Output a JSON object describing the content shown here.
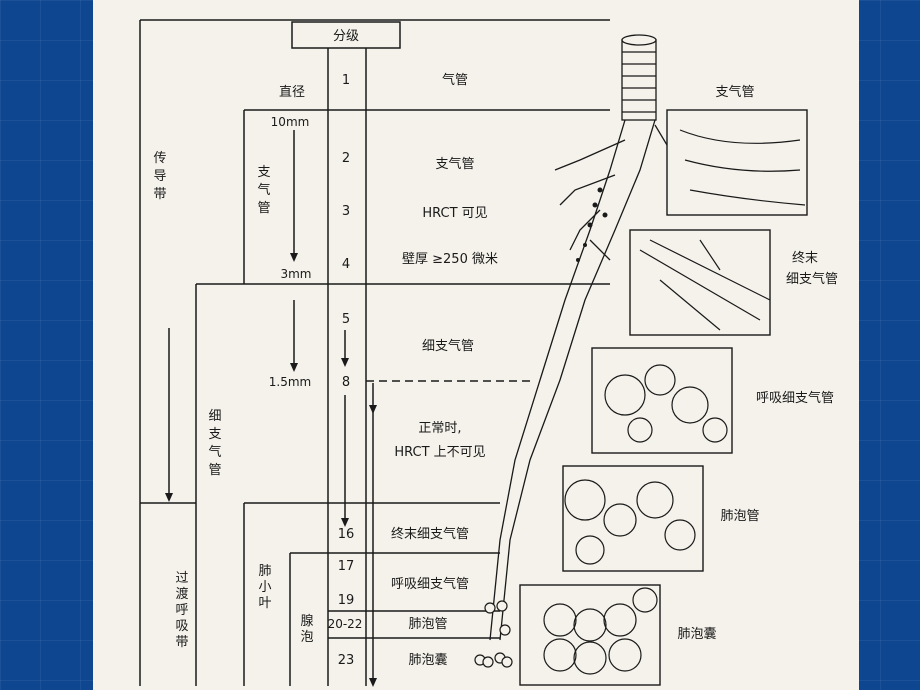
{
  "header": {
    "grade": "分级",
    "diameter": "直径"
  },
  "zones": {
    "conducting": [
      "传",
      "导",
      "带"
    ],
    "transitional": [
      "过",
      "渡",
      "呼",
      "吸",
      "带"
    ]
  },
  "groups": {
    "bronchi": [
      "支",
      "气",
      "管"
    ],
    "bronchioles": [
      "细",
      "支",
      "气",
      "管"
    ],
    "lobule": [
      "肺",
      "小",
      "叶"
    ],
    "acinus": [
      "腺",
      "泡"
    ]
  },
  "diameters": {
    "d1": "10mm",
    "d2": "3mm",
    "d3": "1.5mm"
  },
  "generations": {
    "g1": "1",
    "g2": "2",
    "g3": "3",
    "g4": "4",
    "g5": "5",
    "g8": "8",
    "g16": "16",
    "g17": "17",
    "g19": "19",
    "g20": "20-22",
    "g23": "23"
  },
  "descriptions": {
    "trachea": "气管",
    "bronchus": "支气管",
    "hrct_visible": "HRCT 可见",
    "wall": "壁厚 ≥250 微米",
    "bronchiole": "细支气管",
    "normal1": "正常时,",
    "normal2": "HRCT 上不可见",
    "terminal": "终末细支气管",
    "respiratory": "呼吸细支气管",
    "alv_duct": "肺泡管",
    "alv_sac": "肺泡囊"
  },
  "illustrations": {
    "bronchus": [
      "支气管"
    ],
    "terminal": [
      "终末",
      "细支气管"
    ],
    "respiratory": [
      "呼吸细支气管"
    ],
    "alv_duct": [
      "肺泡管"
    ],
    "alv_sac": [
      "肺泡囊"
    ]
  }
}
